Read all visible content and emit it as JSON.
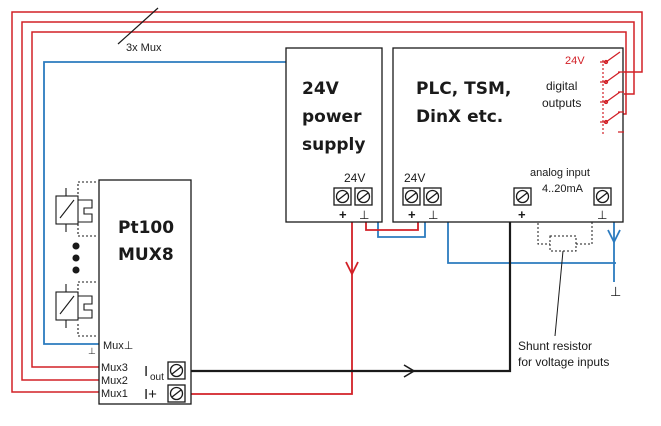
{
  "labels": {
    "mux_bus": "3x Mux",
    "psu_title_1": "24V",
    "psu_title_2": "power",
    "psu_title_3": "supply",
    "psu_voltage": "24V",
    "plc_title_1": "PLC, TSM,",
    "plc_title_2": "DinX etc.",
    "plc_voltage": "24V",
    "plc_digital_voltage": "24V",
    "digital_outputs_1": "digital",
    "digital_outputs_2": "outputs",
    "analog_input_1": "analog input",
    "analog_input_2": "4..20mA",
    "mux_title_1": "Pt100",
    "mux_title_2": "MUX8",
    "mux_ground": "Mux⊥",
    "mux3": "Mux3",
    "mux2": "Mux2",
    "mux1": "Mux1",
    "iout": "I",
    "iout_sub": "out",
    "iplus": "I+",
    "shunt_1": "Shunt resistor",
    "shunt_2": "for voltage inputs",
    "plus": "+",
    "ground": "⊥"
  },
  "colors": {
    "red_wire": "#d22027",
    "blue_wire": "#2b7bbf",
    "black_wire": "#1a1a1a"
  }
}
